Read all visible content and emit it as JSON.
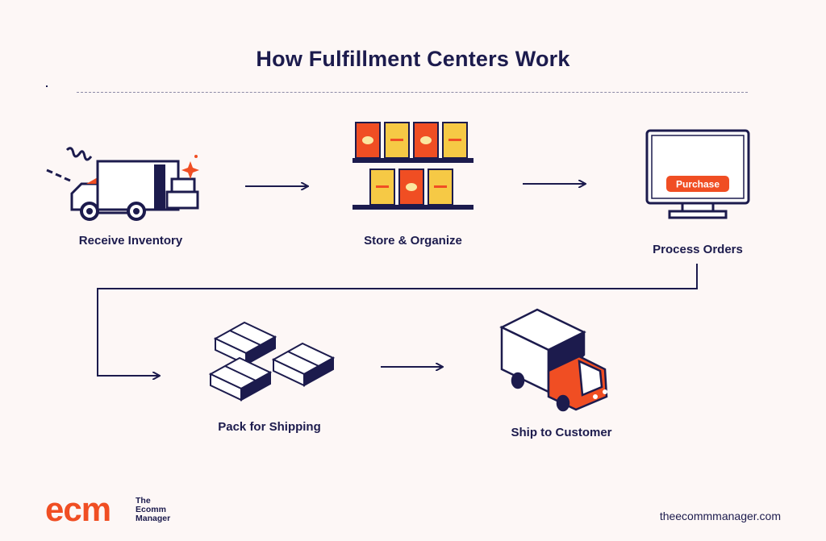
{
  "title": "How Fulfillment Centers Work",
  "steps": [
    {
      "label": "Receive Inventory",
      "icon": "delivery-truck-unloading-icon"
    },
    {
      "label": "Store & Organize",
      "icon": "warehouse-shelves-icon"
    },
    {
      "label": "Process Orders",
      "icon": "computer-monitor-icon",
      "button_text": "Purchase"
    },
    {
      "label": "Pack for Shipping",
      "icon": "packed-boxes-icon"
    },
    {
      "label": "Ship to Customer",
      "icon": "shipping-truck-icon"
    }
  ],
  "footer": {
    "brand_logo": "ecm",
    "brand_name_line1": "The",
    "brand_name_line2": "Ecomm",
    "brand_name_line3": "Manager",
    "website": "theecommmanager.com"
  },
  "colors": {
    "background": "#fdf7f6",
    "navy": "#1c1b4d",
    "orange": "#f04e23",
    "yellow": "#f6c945"
  }
}
